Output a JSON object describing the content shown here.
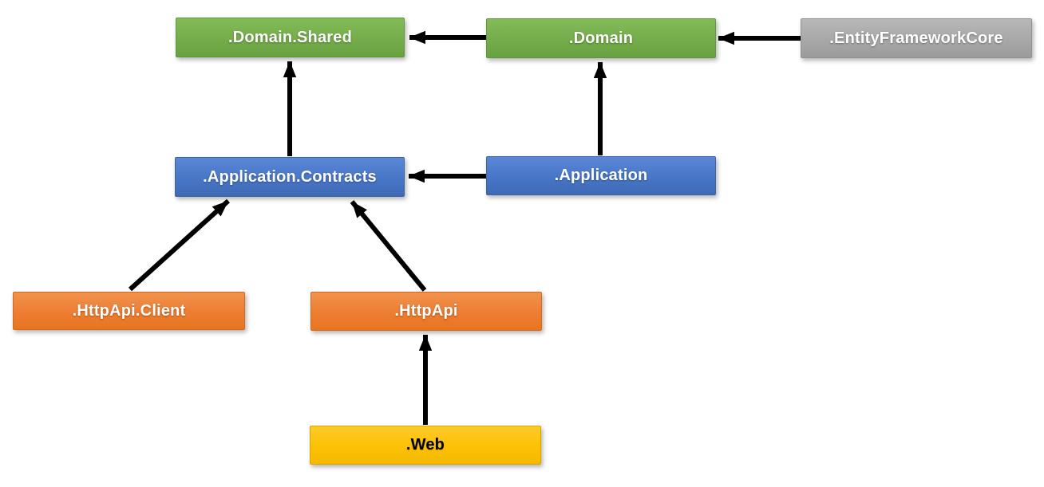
{
  "diagram": {
    "background_color": "#FFFFFF",
    "arrow_color": "#000000",
    "palette": {
      "green": "#70AD47",
      "blue": "#4472C4",
      "orange": "#ED7D31",
      "gray": "#A5A5A5",
      "yellow": "#FFC000"
    },
    "nodes": [
      {
        "id": "domain-shared",
        "label": ".Domain.Shared",
        "color": "#70AD47",
        "text_color": "#FFFFFF"
      },
      {
        "id": "domain",
        "label": ".Domain",
        "color": "#70AD47",
        "text_color": "#FFFFFF"
      },
      {
        "id": "entity-framework-core",
        "label": ".EntityFrameworkCore",
        "color": "#A5A5A5",
        "text_color": "#FFFFFF"
      },
      {
        "id": "application-contracts",
        "label": ".Application.Contracts",
        "color": "#4472C4",
        "text_color": "#FFFFFF"
      },
      {
        "id": "application",
        "label": ".Application",
        "color": "#4472C4",
        "text_color": "#FFFFFF"
      },
      {
        "id": "httpapi-client",
        "label": ".HttpApi.Client",
        "color": "#ED7D31",
        "text_color": "#FFFFFF"
      },
      {
        "id": "httpapi",
        "label": ".HttpApi",
        "color": "#ED7D31",
        "text_color": "#FFFFFF"
      },
      {
        "id": "web",
        "label": ".Web",
        "color": "#FFC000",
        "text_color": "#000000"
      }
    ],
    "edges": [
      {
        "from": ".Domain",
        "to": ".Domain.Shared"
      },
      {
        "from": ".EntityFrameworkCore",
        "to": ".Domain"
      },
      {
        "from": ".Application.Contracts",
        "to": ".Domain.Shared"
      },
      {
        "from": ".Application",
        "to": ".Domain"
      },
      {
        "from": ".Application",
        "to": ".Application.Contracts"
      },
      {
        "from": ".HttpApi.Client",
        "to": ".Application.Contracts"
      },
      {
        "from": ".HttpApi",
        "to": ".Application.Contracts"
      },
      {
        "from": ".Web",
        "to": ".HttpApi"
      }
    ]
  }
}
